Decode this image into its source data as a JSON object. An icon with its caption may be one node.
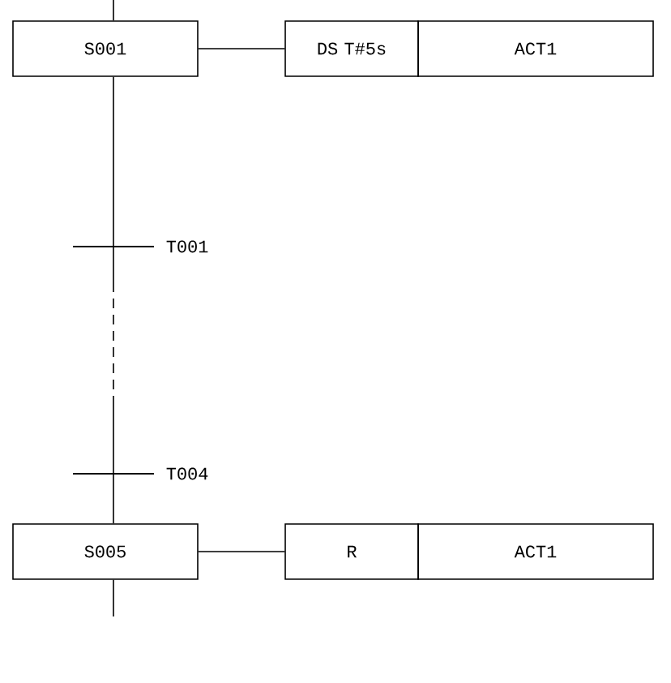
{
  "diagram": {
    "nodes": [
      {
        "text": [
          "S001"
        ]
      },
      {
        "text": [
          "DS T#5s"
        ]
      },
      {
        "text": [
          "ACT1"
        ]
      },
      {
        "text": [
          "T001"
        ]
      },
      {
        "text": [
          "T004"
        ]
      },
      {
        "text": [
          "S005"
        ]
      },
      {
        "text": [
          "R"
        ]
      },
      {
        "text": [
          "ACT1"
        ]
      }
    ],
    "edges": [
      {
        "from": null,
        "to": 0,
        "arrow": "none"
      },
      {
        "from": 0,
        "to": 1,
        "arrow": "none"
      },
      {
        "from": 0,
        "to": 3,
        "arrow": "none"
      },
      {
        "from": 3,
        "to": 4,
        "arrow": "none",
        "style": "dashed"
      },
      {
        "from": 4,
        "to": 5,
        "arrow": "none"
      },
      {
        "from": 5,
        "to": 6,
        "arrow": "none"
      },
      {
        "from": 5,
        "to": null,
        "arrow": "none"
      }
    ]
  }
}
